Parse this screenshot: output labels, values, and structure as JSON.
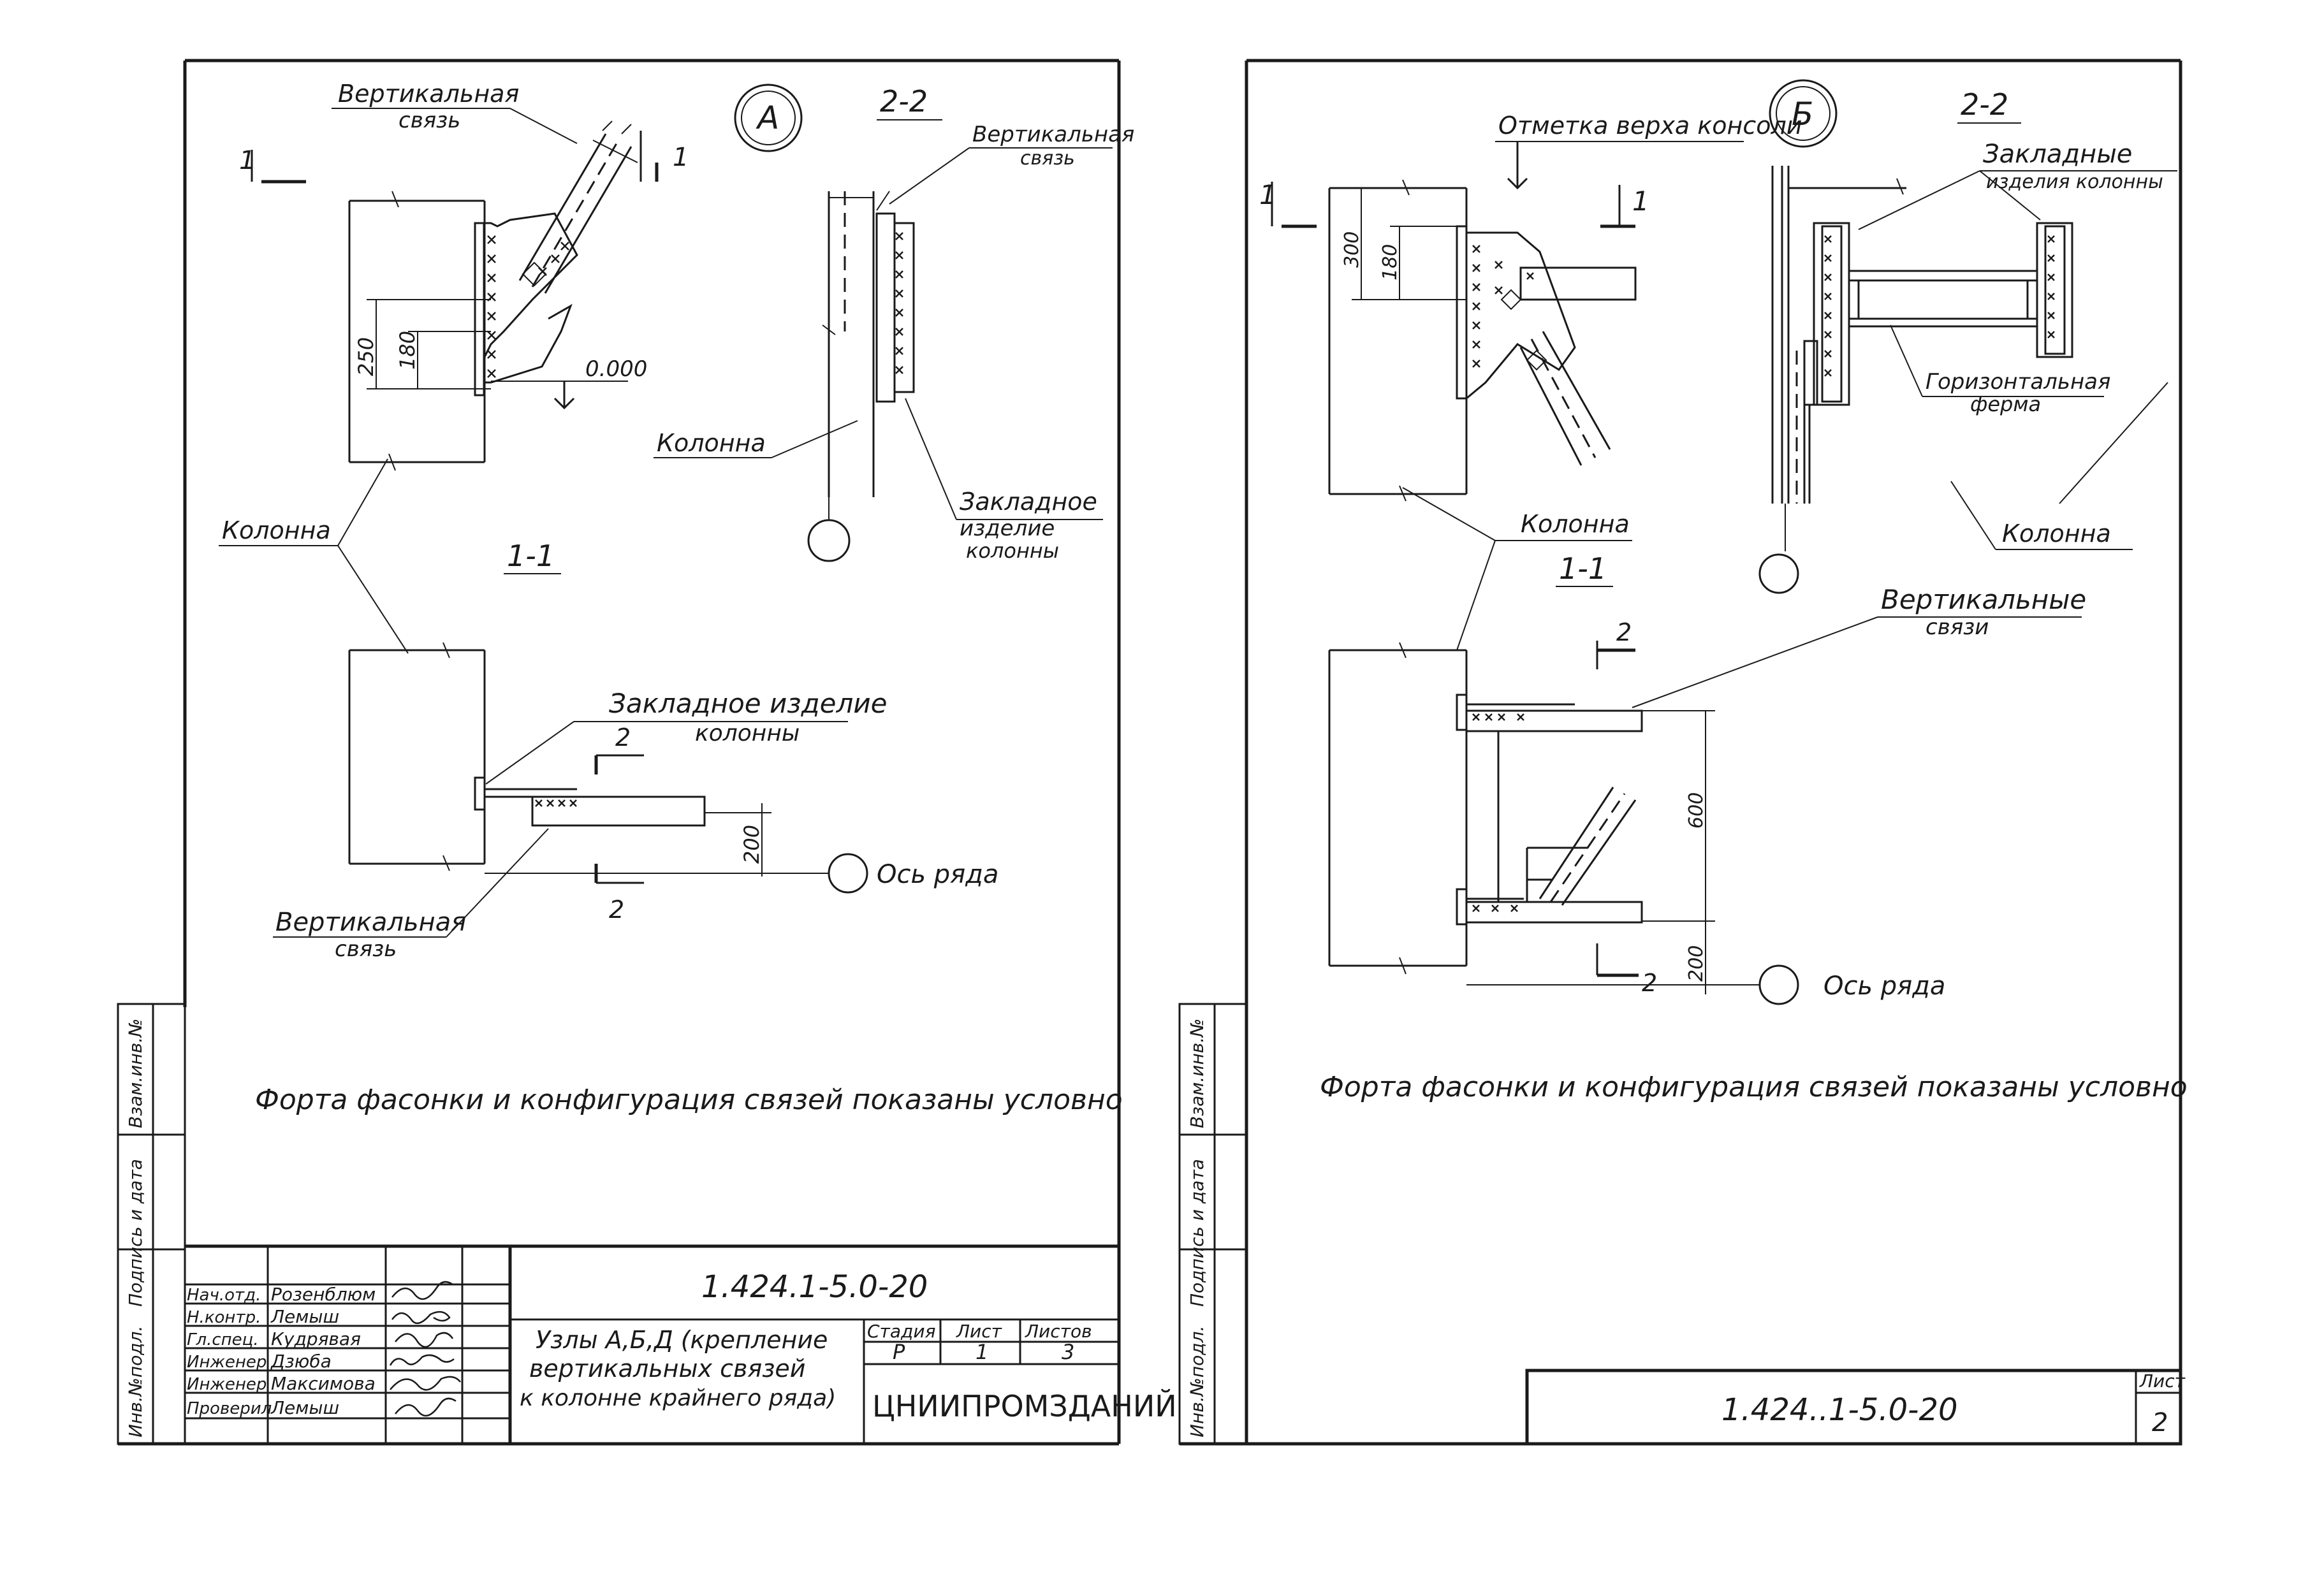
{
  "sheet_left": {
    "callout_node": "А",
    "view_labels": {
      "section_22": "2-2",
      "section_11": "1-1"
    },
    "cut_marks": {
      "mark_1": "1",
      "mark_2": "2"
    },
    "labels": {
      "vertical_brace_top": [
        "Вертикальная",
        "связь"
      ],
      "vertical_brace_22": [
        "Вертикальная",
        "связь"
      ],
      "column_22": "Колонна",
      "embedded_22": [
        "Закладное",
        "изделие",
        "колонны"
      ],
      "column_main": "Колонна",
      "embedded_11": [
        "Закладное изделие",
        "колонны"
      ],
      "vertical_brace_bottom": [
        "Вертикальная",
        "связь"
      ],
      "row_axis": "Ось ряда"
    },
    "dimensions": {
      "d250": "250",
      "d180": "180",
      "elevation": "0.000",
      "d200": "200"
    },
    "note": "Форта фасонки и конфигурация связей показаны условно",
    "side_stamp": [
      "Инв.№подл.",
      "Подпись и дата",
      "Взам.инв.№"
    ],
    "title_block": {
      "designation": "1.424.1-5.0-20",
      "roles": [
        "Нач.отд.",
        "Н.контр.",
        "Гл.спец.",
        "Инженер",
        "Инженер",
        "Проверил"
      ],
      "names": [
        "Розенблюм",
        "Лемыш",
        "Кудрявая",
        "Дзюба",
        "Максимова",
        "Лемыш"
      ],
      "title": [
        "Узлы А,Б,Д (крепление",
        "вертикальных связей",
        "к колонне крайнего ряда)"
      ],
      "col_headers": [
        "Стадия",
        "Лист",
        "Листов"
      ],
      "col_values": [
        "Р",
        "1",
        "3"
      ],
      "organization": "ЦНИИПРОМЗДАНИЙ"
    }
  },
  "sheet_right": {
    "callout_node": "Б",
    "view_labels": {
      "section_22": "2-2",
      "section_11": "1-1"
    },
    "cut_marks": {
      "mark_1": "1",
      "mark_2": "2"
    },
    "labels": {
      "console_top": "Отметка верха консоли",
      "embedded_items": [
        "Закладные",
        "изделия колонны"
      ],
      "horizontal_truss": [
        "Горизонтальная",
        "ферма"
      ],
      "column_22": "Колонна",
      "column_main": "Колонна",
      "vertical_braces": [
        "Вертикальные",
        "связи"
      ],
      "row_axis": "Ось ряда"
    },
    "dimensions": {
      "d300": "300",
      "d180": "180",
      "d600": "600",
      "d200": "200"
    },
    "note": "Форта фасонки и конфигурация связей показаны условно",
    "side_stamp": [
      "Инв.№подл.",
      "Подпись и дата",
      "Взам.инв.№"
    ],
    "title_block": {
      "designation": "1.424..1-5.0-20",
      "sheet_header": "Лист",
      "sheet_number": "2"
    }
  }
}
